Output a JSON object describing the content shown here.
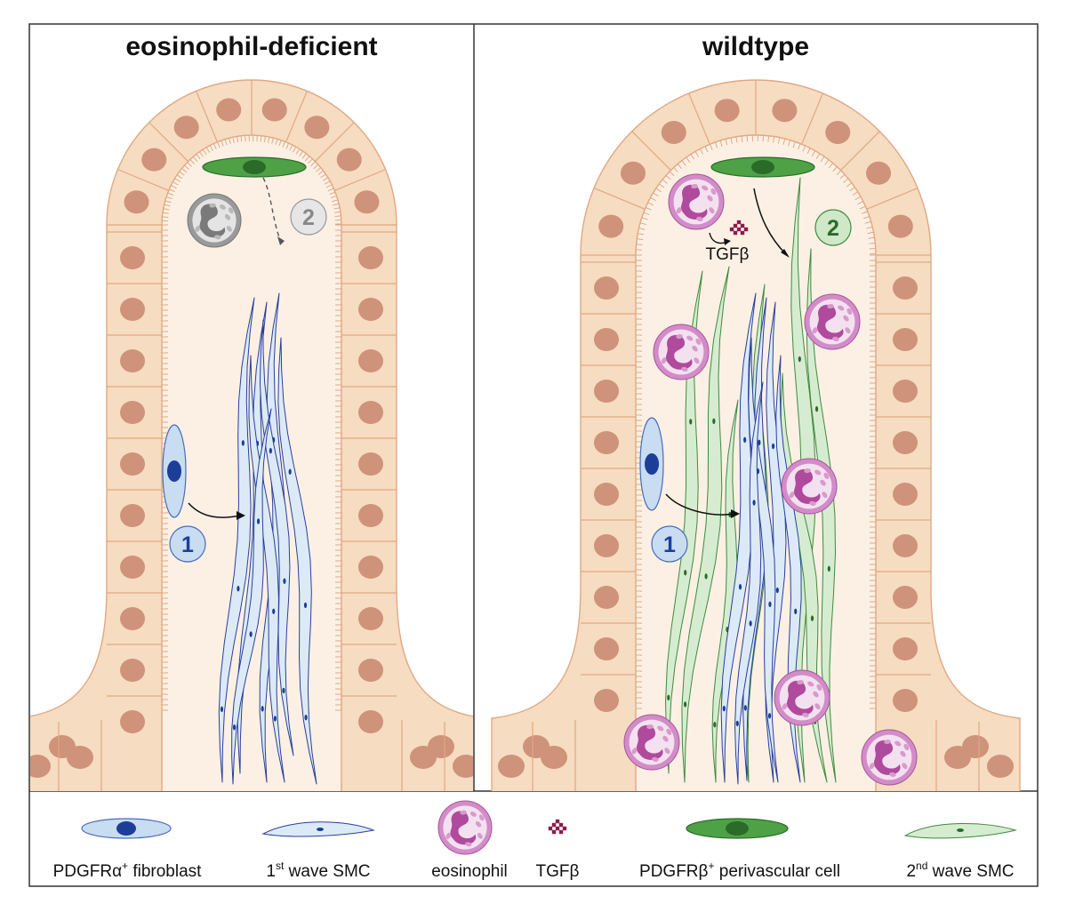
{
  "panels": {
    "left": {
      "title": "eosinophil-deficient",
      "step1": "1",
      "step2": "2"
    },
    "right": {
      "title": "wildtype",
      "step1": "1",
      "step2": "2",
      "signal": "TGFβ"
    }
  },
  "legend": [
    {
      "icon": "fibroblast-icon",
      "text": "PDGFRα",
      "sup": "+",
      "rest": " fibroblast"
    },
    {
      "icon": "smc1-icon",
      "text": "1",
      "sup": "st",
      "rest": " wave SMC"
    },
    {
      "icon": "eosinophil-icon",
      "text": "eosinophil",
      "sup": "",
      "rest": ""
    },
    {
      "icon": "tgfb-icon",
      "text": "TGFβ",
      "sup": "",
      "rest": ""
    },
    {
      "icon": "perivascular-icon",
      "text": "PDGFRβ",
      "sup": "+",
      "rest": " perivascular cell"
    },
    {
      "icon": "smc2-icon",
      "text": "2",
      "sup": "nd",
      "rest": " wave SMC"
    }
  ],
  "colors": {
    "epithelium_fill": "#f6dcc0",
    "epithelium_stroke": "#e0a884",
    "nucleus": "#cf927a",
    "lumen": "#fcf0e4",
    "fibroblast_fill": "#c8dcf2",
    "fibroblast_nucleus": "#1d3e98",
    "smc1_fill": "#dceaf7",
    "smc1_stroke": "#2a3f9a",
    "perivascular": "#4ea145",
    "perivascular_dark": "#2a6b2a",
    "smc2_fill": "#d6ecd0",
    "smc2_stroke": "#3f8a3f",
    "eosinophil_fill": "#d28cc8",
    "eosinophil_inner": "#f3e1f0",
    "eosinophil_nucleus": "#b04a9c",
    "eosinophil_gray": "#9a9a9a",
    "tgfb": "#8b1c4c"
  }
}
